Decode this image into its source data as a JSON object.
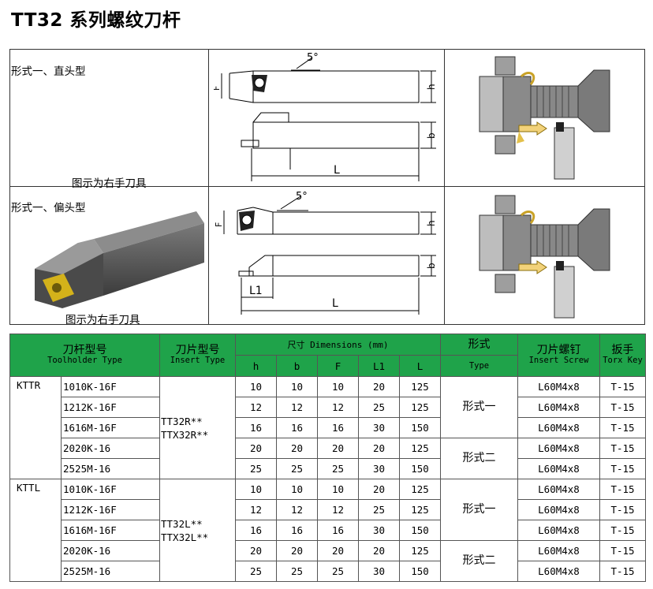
{
  "title": "TT32 系列螺纹刀杆",
  "form_straight": "形式一、直头型",
  "form_offset": "形式一、偏头型",
  "caption_right_hand": "图示为右手刀具",
  "dims": {
    "angle": "5°",
    "F": "F",
    "h": "h",
    "b": "b",
    "L": "L",
    "L1": "L1"
  },
  "table": {
    "headers": {
      "holder_cn": "刀杆型号",
      "holder_en": "Toolholder Type",
      "insert_cn": "刀片型号",
      "insert_en": "Insert Type",
      "dims_title": "尺寸 Dimensions (mm)",
      "type_cn": "形式",
      "type_en": "Type",
      "screw_cn": "刀片螺钉",
      "screw_en": "Insert Screw",
      "key_cn": "扳手",
      "key_en": "Torx Key",
      "h": "h",
      "b": "b",
      "F": "F",
      "L1": "L1",
      "L": "L"
    },
    "groups": [
      {
        "name": "KTTR",
        "insert": [
          "TT32R**",
          "TTX32R**"
        ],
        "type_a": "形式一",
        "type_b": "形式二",
        "rows": [
          {
            "code": "1010K-16F",
            "h": "10",
            "b": "10",
            "F": "10",
            "L1": "20",
            "L": "125",
            "screw": "L60M4x8",
            "key": "T-15"
          },
          {
            "code": "1212K-16F",
            "h": "12",
            "b": "12",
            "F": "12",
            "L1": "25",
            "L": "125",
            "screw": "L60M4x8",
            "key": "T-15"
          },
          {
            "code": "1616M-16F",
            "h": "16",
            "b": "16",
            "F": "16",
            "L1": "30",
            "L": "150",
            "screw": "L60M4x8",
            "key": "T-15"
          },
          {
            "code": "2020K-16",
            "h": "20",
            "b": "20",
            "F": "20",
            "L1": "20",
            "L": "125",
            "screw": "L60M4x8",
            "key": "T-15"
          },
          {
            "code": "2525M-16",
            "h": "25",
            "b": "25",
            "F": "25",
            "L1": "30",
            "L": "150",
            "screw": "L60M4x8",
            "key": "T-15"
          }
        ]
      },
      {
        "name": "KTTL",
        "insert": [
          "TT32L**",
          "TTX32L**"
        ],
        "type_a": "形式一",
        "type_b": "形式二",
        "rows": [
          {
            "code": "1010K-16F",
            "h": "10",
            "b": "10",
            "F": "10",
            "L1": "20",
            "L": "125",
            "screw": "L60M4x8",
            "key": "T-15"
          },
          {
            "code": "1212K-16F",
            "h": "12",
            "b": "12",
            "F": "12",
            "L1": "25",
            "L": "125",
            "screw": "L60M4x8",
            "key": "T-15"
          },
          {
            "code": "1616M-16F",
            "h": "16",
            "b": "16",
            "F": "16",
            "L1": "30",
            "L": "150",
            "screw": "L60M4x8",
            "key": "T-15"
          },
          {
            "code": "2020K-16",
            "h": "20",
            "b": "20",
            "F": "20",
            "L1": "20",
            "L": "125",
            "screw": "L60M4x8",
            "key": "T-15"
          },
          {
            "code": "2525M-16",
            "h": "25",
            "b": "25",
            "F": "25",
            "L1": "30",
            "L": "150",
            "screw": "L60M4x8",
            "key": "T-15"
          }
        ]
      }
    ]
  }
}
